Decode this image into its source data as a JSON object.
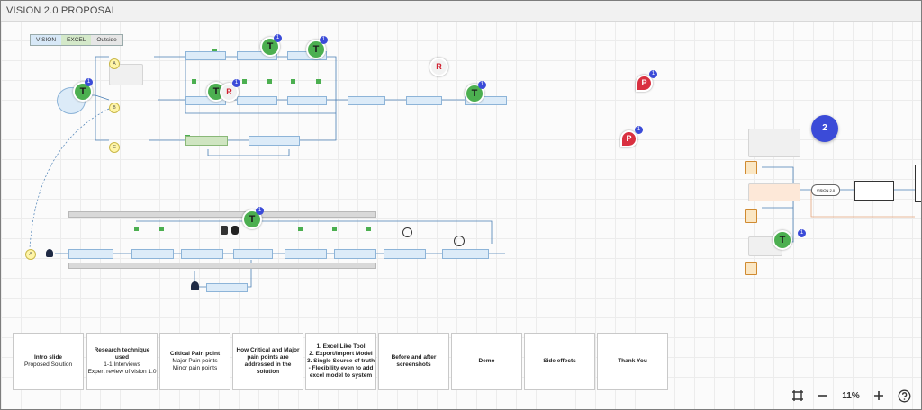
{
  "app": {
    "title": "VISION 2.0 PROPOSAL"
  },
  "legend": {
    "items": [
      "VISION",
      "EXCEL",
      "Outside"
    ]
  },
  "colors": {
    "vision": "#d7e8f7",
    "excel": "#d4e9c9",
    "outside": "#e6e6e6",
    "accent": "#3b4bd8",
    "user_t": "#4caf50",
    "user_p": "#d93040"
  },
  "cursors": [
    {
      "initial": "T",
      "count": "1"
    },
    {
      "initial": "T",
      "count": "1"
    },
    {
      "initial": "T",
      "count": "1"
    },
    {
      "initial": "R",
      "count": ""
    },
    {
      "initial": "T",
      "count": "1"
    },
    {
      "initial": "T",
      "count": "1"
    },
    {
      "initial": "T",
      "count": "1"
    },
    {
      "initial": "P",
      "count": "1"
    },
    {
      "initial": "P",
      "count": "1"
    },
    {
      "initial": "R",
      "count": ""
    }
  ],
  "group_counter": "2",
  "cards": [
    {
      "title": "Intro slide",
      "lines": [
        "Proposed Solution"
      ]
    },
    {
      "title": "Research technique used",
      "lines": [
        "1-1 Interviews",
        "Expert review of vision 1.0"
      ]
    },
    {
      "title": "Critical Pain point",
      "lines": [
        "Major Pain points",
        "Minor pain points"
      ]
    },
    {
      "title": "How Critical and Major pain points are addressed in the solution",
      "lines": []
    },
    {
      "title": "1. Excel Like Tool\n2. Export/Import Model\n3. Single Source of truth - Flexibility even to add excel model to system",
      "lines": []
    },
    {
      "title": "Before and after screenshots",
      "lines": []
    },
    {
      "title": "Demo",
      "lines": []
    },
    {
      "title": "Side effects",
      "lines": []
    },
    {
      "title": "Thank You",
      "lines": []
    }
  ],
  "toolbar": {
    "zoom": "11%",
    "fit_icon": "fit-frame-icon",
    "minus_icon": "zoom-out-icon",
    "plus_icon": "zoom-in-icon",
    "help_icon": "help-icon"
  },
  "diagram": {
    "circle_labels": [
      "A",
      "B",
      "C",
      "A"
    ],
    "vision_bubble": "VISION 2.0"
  }
}
